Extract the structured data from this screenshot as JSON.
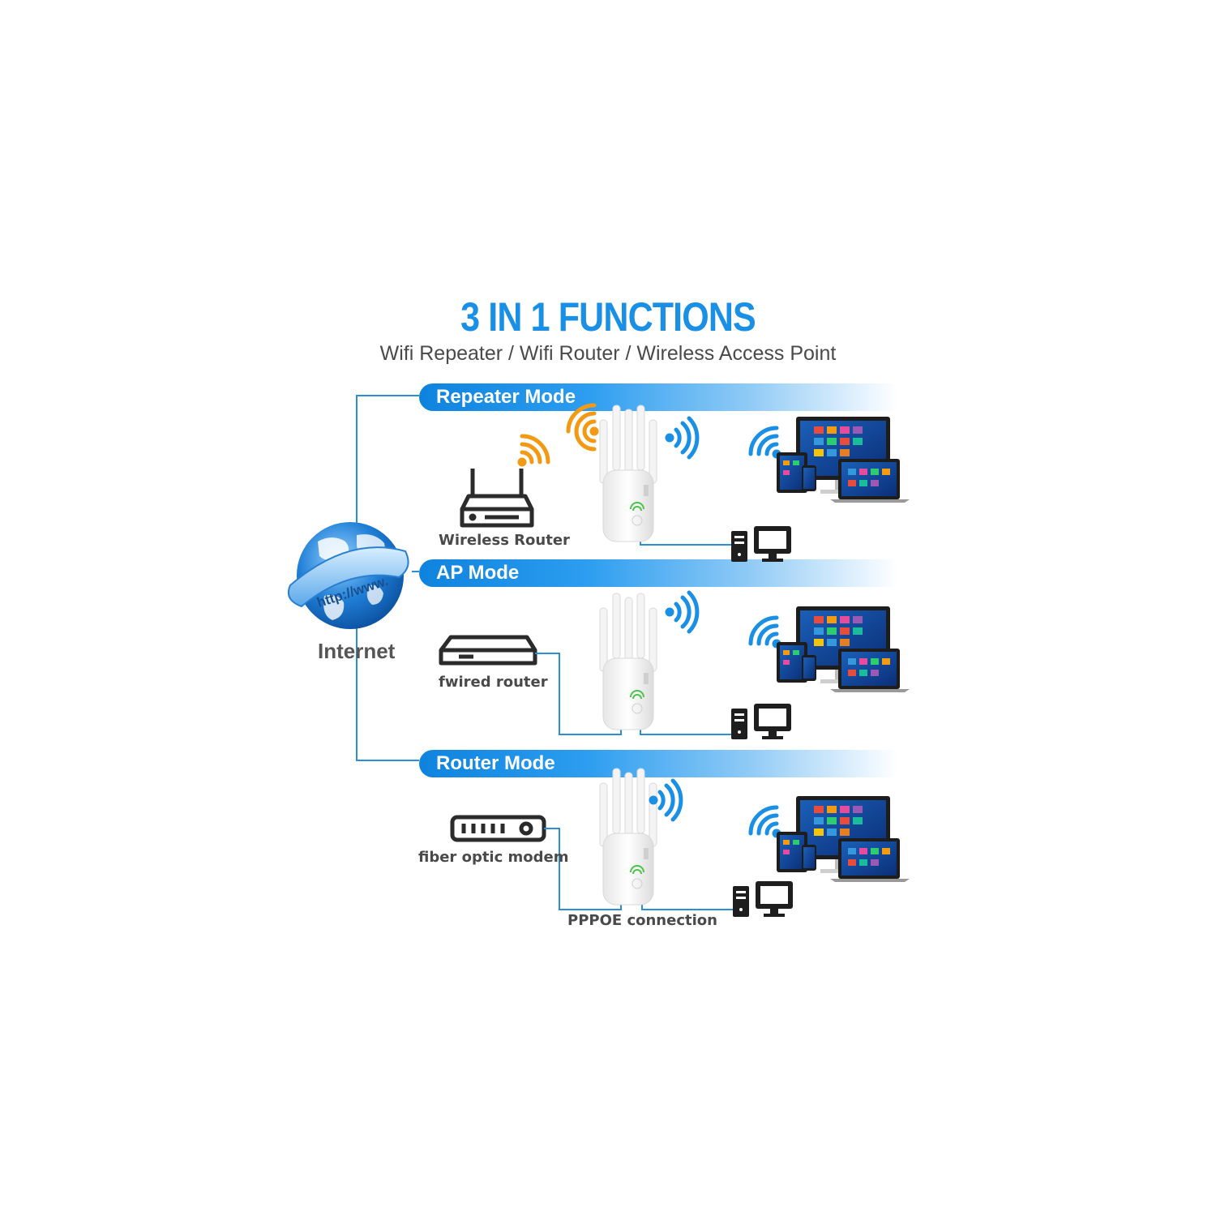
{
  "header": {
    "title": "3 IN 1 FUNCTIONS",
    "subtitle": "Wifi Repeater / Wifi Router / Wireless Access Point"
  },
  "internet": {
    "label": "Internet",
    "banner_text": "http://www."
  },
  "modes": [
    {
      "label": "Repeater Mode",
      "source_label": "Wireless Router"
    },
    {
      "label": "AP Mode",
      "source_label": "fwired router"
    },
    {
      "label": "Router Mode",
      "source_label": "fiber optic modem",
      "connection_label": "PPPOE connection"
    }
  ],
  "colors": {
    "accent_blue": "#1a8fe6",
    "line_blue": "#2a8fd8",
    "signal_orange": "#f39a14",
    "signal_blue": "#1a8fe6",
    "device_dark": "#2b2b2b"
  }
}
